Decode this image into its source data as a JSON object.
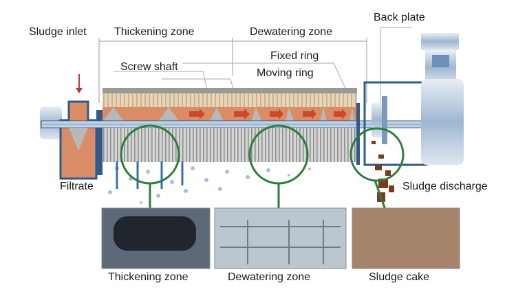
{
  "labels": {
    "sludge_inlet": "Sludge inlet",
    "thickening_zone": "Thickening zone",
    "dewatering_zone": "Dewatering zone",
    "back_plate": "Back plate",
    "fixed_ring": "Fixed ring",
    "screw_shaft": "Screw shaft",
    "moving_ring": "Moving ring",
    "filtrate": "Filtrate",
    "sludge_discharge": "Sludge discharge"
  },
  "captions": {
    "thickening": "Thickening zone",
    "dewatering": "Dewatering zone",
    "sludge_cake": "Sludge cake"
  },
  "colors": {
    "sludge": "#d98c66",
    "frame": "#2e5a8c",
    "motor": "#a9c3df",
    "lens": "#2e7d3a"
  }
}
